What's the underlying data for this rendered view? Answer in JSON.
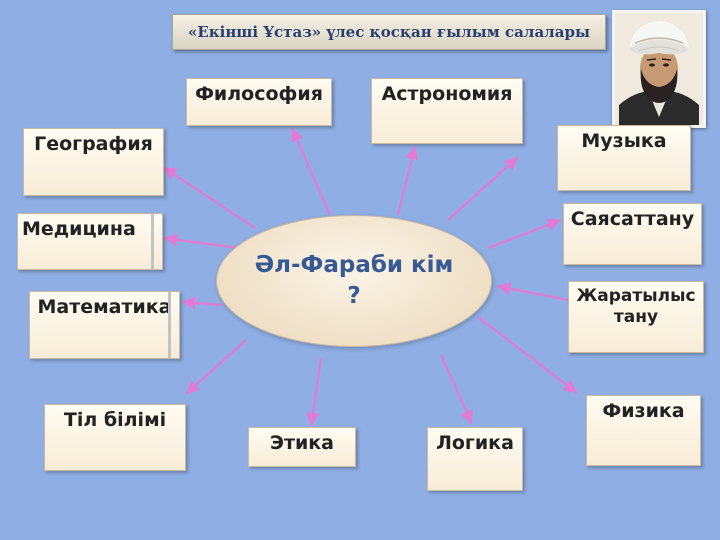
{
  "banner": {
    "title": "«Екінші Ұстаз» үлес қосқан ғылым салалары"
  },
  "center": {
    "text": "Әл-Фараби кім ?"
  },
  "branches": [
    {
      "id": "philosophy",
      "label": "Философия"
    },
    {
      "id": "astronomy",
      "label": "Астрономия"
    },
    {
      "id": "music",
      "label": "Музыка"
    },
    {
      "id": "geography",
      "label": "География"
    },
    {
      "id": "medicine",
      "label": "Медицина"
    },
    {
      "id": "politics",
      "label": "Саясаттану"
    },
    {
      "id": "natural-science",
      "label": "Жаратылыстану"
    },
    {
      "id": "mathematics",
      "label": "Математика"
    },
    {
      "id": "physics",
      "label": "Физика"
    },
    {
      "id": "linguistics",
      "label": "Тіл білімі"
    },
    {
      "id": "ethics",
      "label": "Этика"
    },
    {
      "id": "logic",
      "label": "Логика"
    }
  ],
  "colors": {
    "background": "#8eaee4",
    "arrow": "#e27ad6",
    "center_text": "#375a94"
  }
}
